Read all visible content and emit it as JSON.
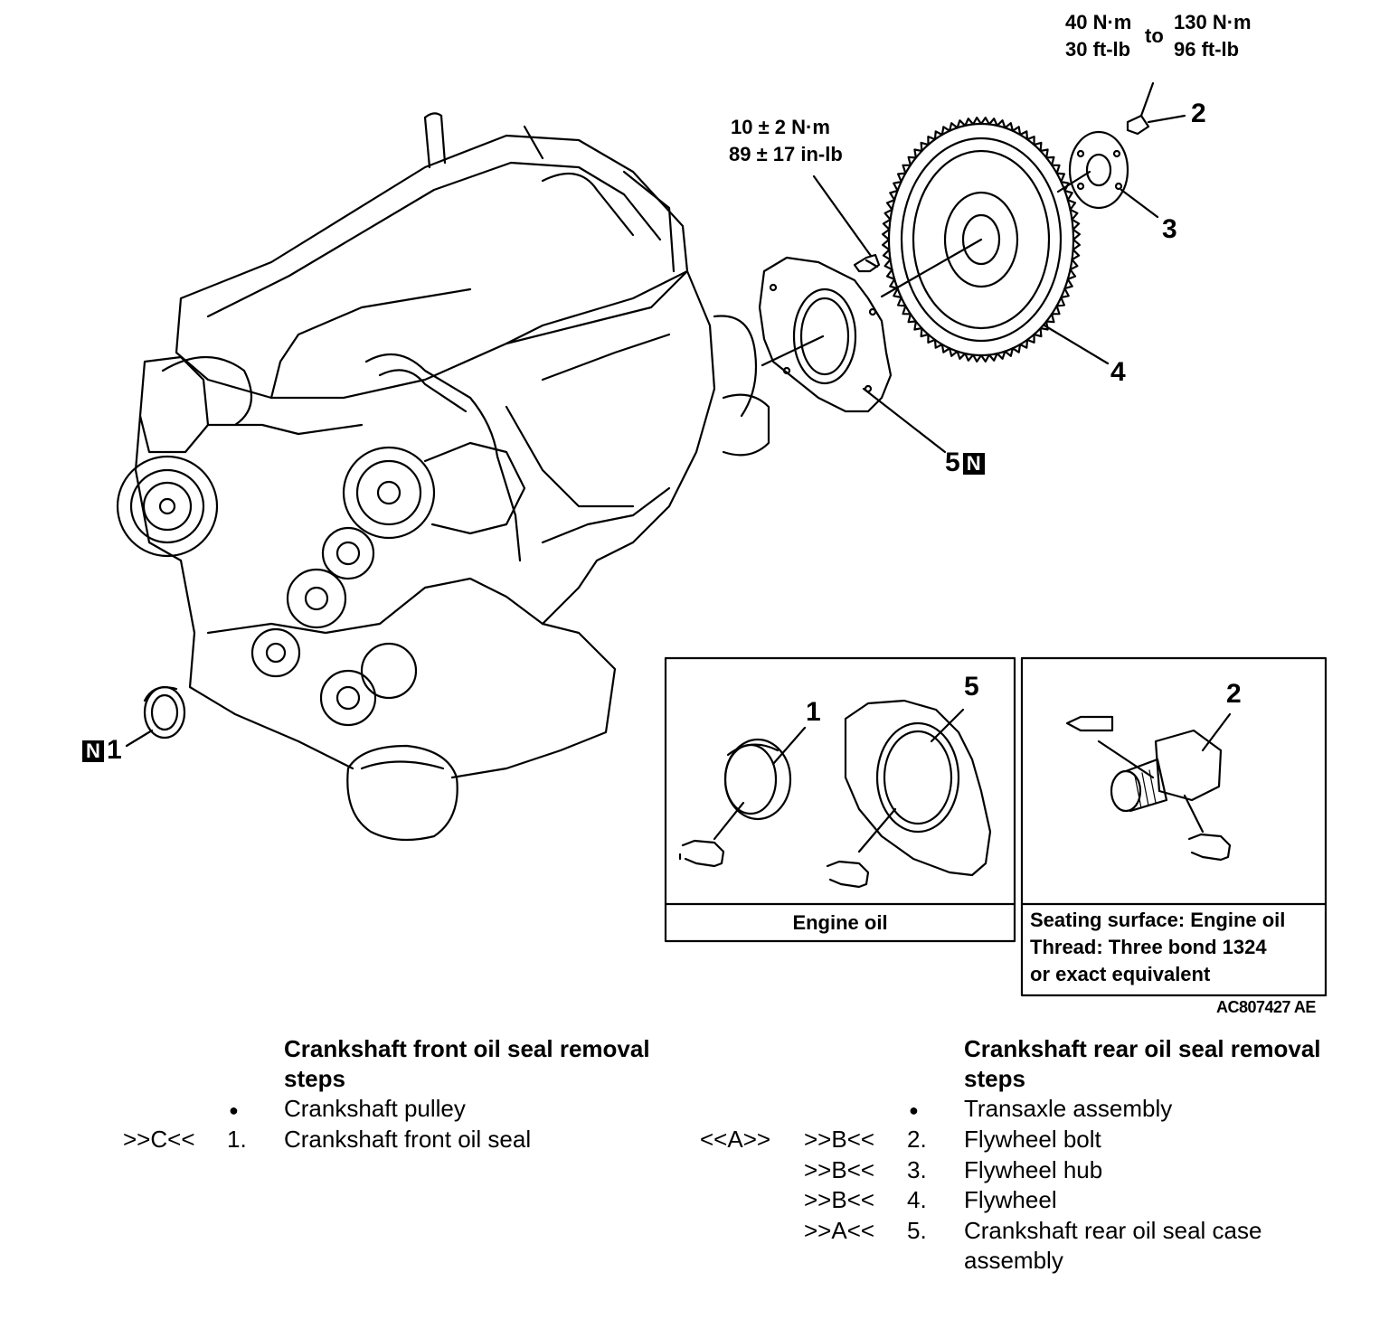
{
  "torque": {
    "flywheel_bolt": {
      "nm_min": "40 N·m",
      "ftlb_min": "30 ft-lb",
      "to": "to",
      "nm_max": "130 N·m",
      "ftlb_max": "96 ft-lb"
    },
    "case_bolt": {
      "nm": "10 ± 2 N·m",
      "inlb": "89 ± 17 in-lb"
    }
  },
  "callouts": {
    "n1": "1",
    "n2": "2",
    "n3": "3",
    "n4": "4",
    "n5": "5",
    "new_part_mark": "N"
  },
  "detail_left": {
    "caption": "Engine oil",
    "n1": "1",
    "n5": "5"
  },
  "detail_right": {
    "n2": "2",
    "caption_line1": "Seating surface: Engine oil",
    "caption_line2": "Thread: Three bond 1324",
    "caption_line3": "or exact equivalent"
  },
  "figure_id": "AC807427 AE",
  "front_steps": {
    "heading_line1": "Crankshaft front oil seal removal",
    "heading_line2": "steps",
    "items": [
      {
        "ref": "",
        "num": "●",
        "text": "Crankshaft pulley"
      },
      {
        "ref": ">>C<<",
        "num": "1.",
        "text": "Crankshaft front oil seal"
      }
    ]
  },
  "rear_steps": {
    "heading_line1": "Crankshaft rear oil seal removal",
    "heading_line2": "steps",
    "items": [
      {
        "ref1": "",
        "ref2": "",
        "num": "●",
        "text": "Transaxle assembly"
      },
      {
        "ref1": "<<A>>",
        "ref2": ">>B<<",
        "num": "2.",
        "text": "Flywheel bolt"
      },
      {
        "ref1": "",
        "ref2": ">>B<<",
        "num": "3.",
        "text": "Flywheel hub"
      },
      {
        "ref1": "",
        "ref2": ">>B<<",
        "num": "4.",
        "text": "Flywheel"
      },
      {
        "ref1": "",
        "ref2": ">>A<<",
        "num": "5.",
        "text": "Crankshaft rear oil seal case"
      },
      {
        "ref1": "",
        "ref2": "",
        "num": "",
        "text": "assembly"
      }
    ]
  }
}
